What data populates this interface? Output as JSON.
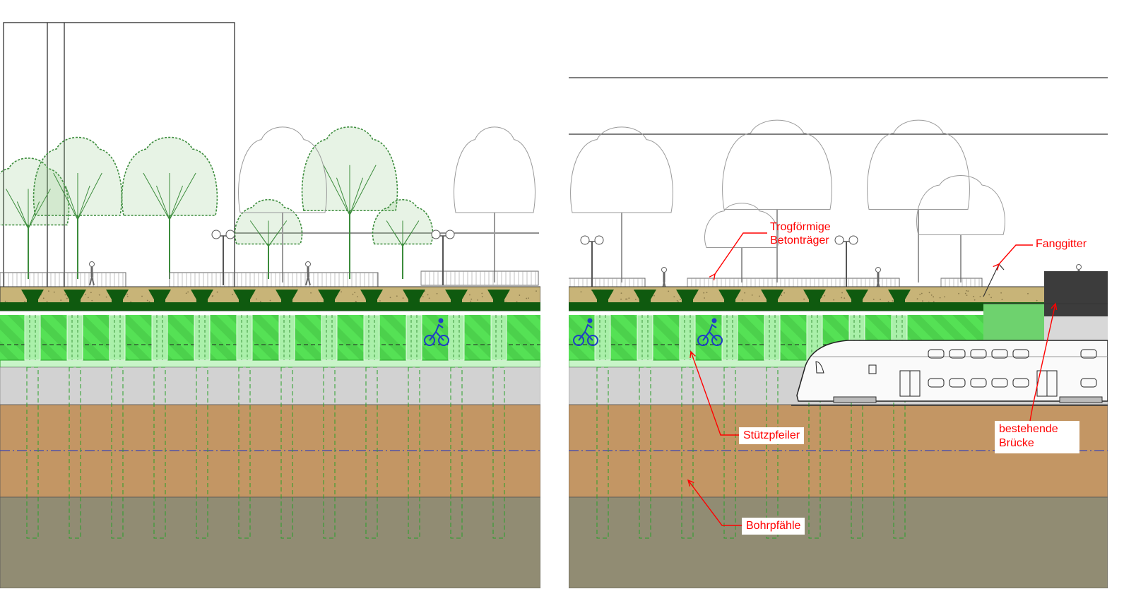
{
  "labels": {
    "girders": "Trogförmige\nBetonträger",
    "barrier": "Fanggitter",
    "pillars": "Stützpfeiler",
    "existing_bridge": "bestehende\nBrücke",
    "piles": "Bohrpfähle"
  },
  "colors": {
    "annotation": "#ff0000",
    "tree_green": "#3c8c3c",
    "bridge_deck": "#c8b478",
    "girder": "#0f5a0f",
    "cycle_lane": "#55e155",
    "pillar": "#aaf0aa",
    "gravel": "#d2d2d2",
    "sand": "#c39664",
    "deep_soil": "#918c73",
    "groundwater": "#3c46b4",
    "pile_line": "#28a028",
    "cyclist": "#1e3cc8"
  }
}
